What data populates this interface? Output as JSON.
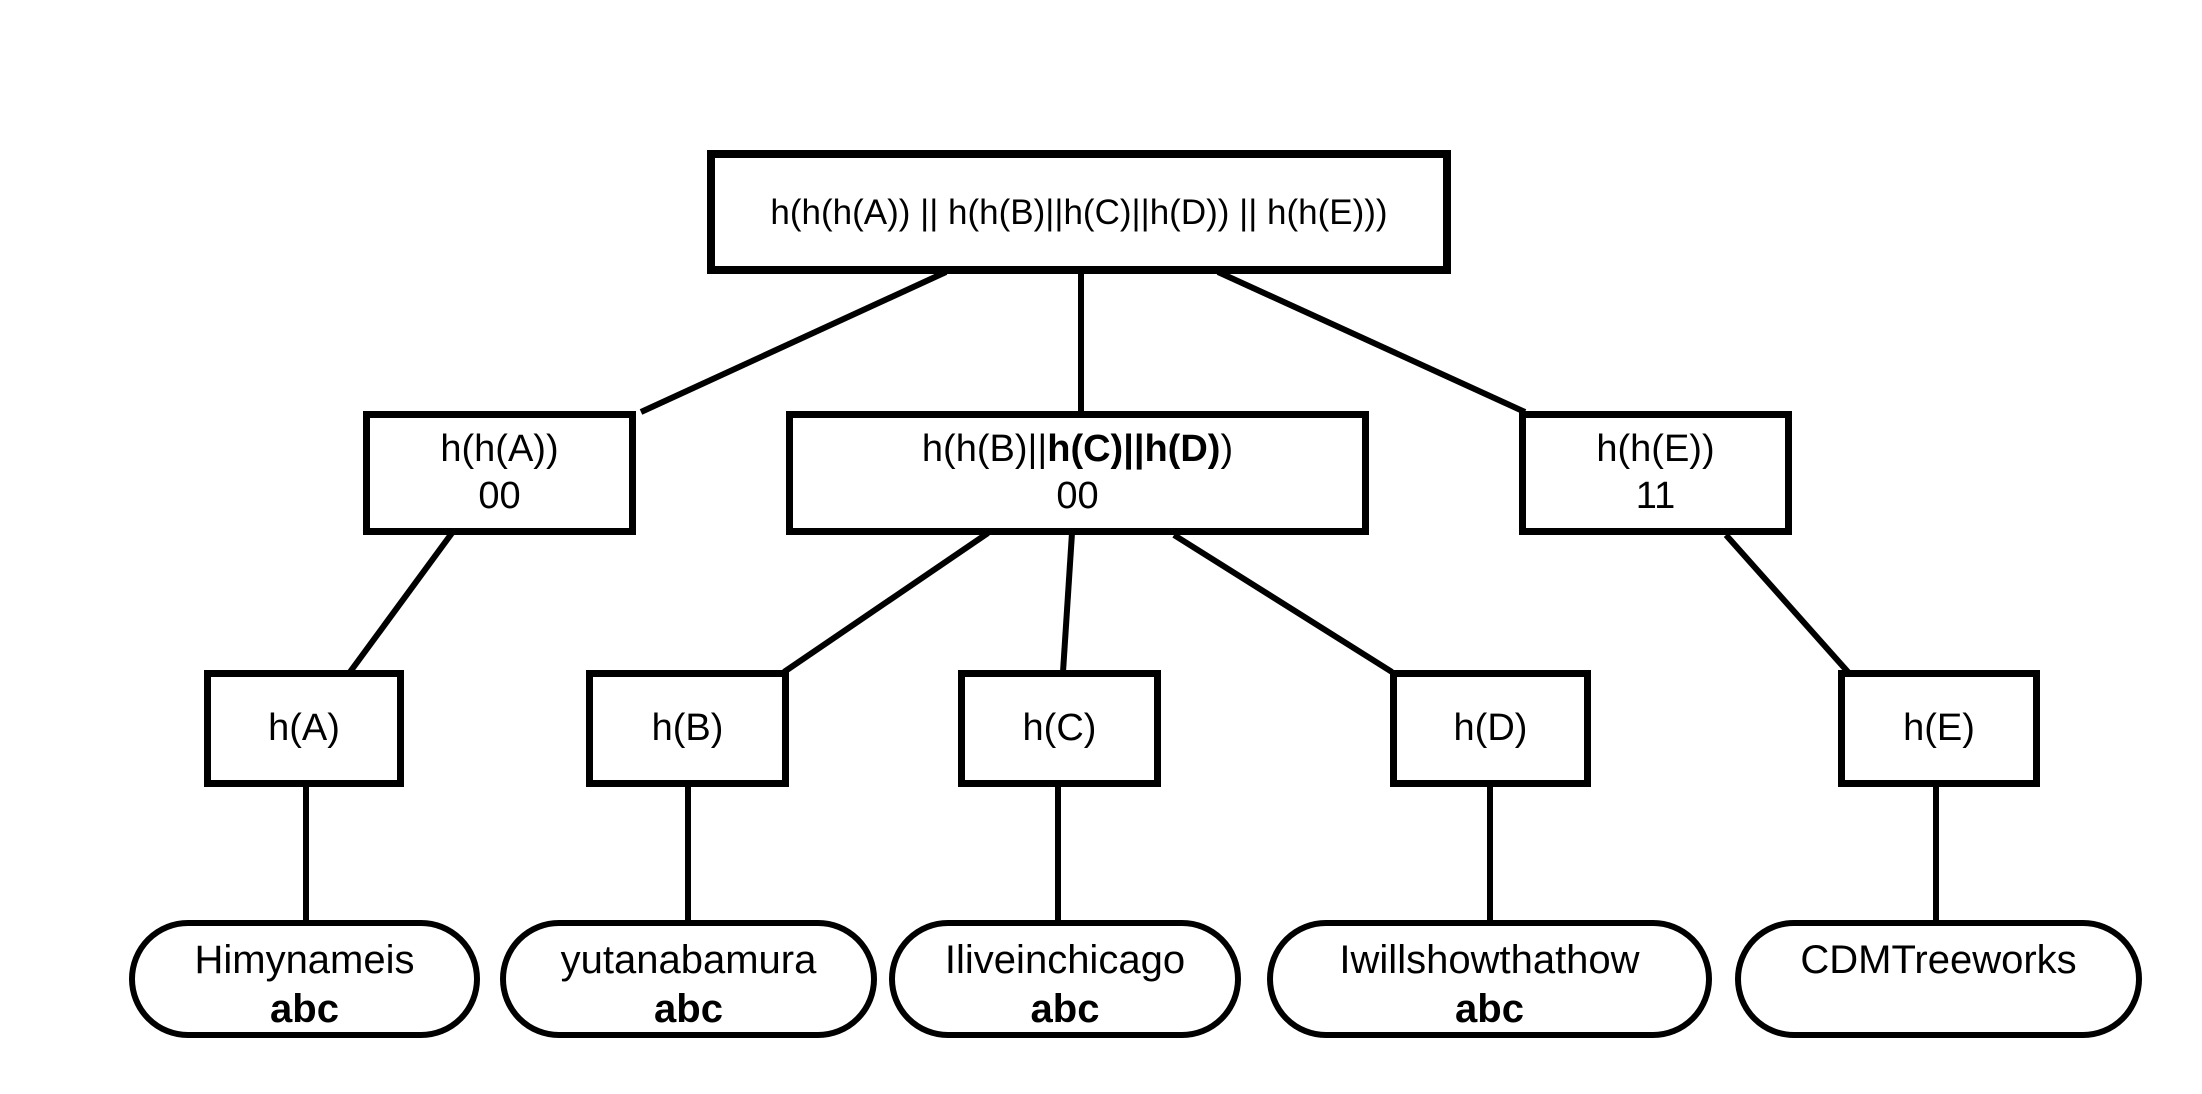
{
  "page": {
    "background_color": "#ffffff",
    "stroke_color": "#000000"
  },
  "tree": {
    "root": {
      "label": "h(h(h(A)) || h(h(B)||h(C)||h(D)) || h(h(E)))"
    },
    "level2": [
      {
        "line1": "h(h(A))",
        "line2": "00"
      },
      {
        "line1_prefix": "h(h(B)||",
        "line1_bold": "h(C)||h(D)",
        "line1_suffix": ")",
        "line2": "00"
      },
      {
        "line1": "h(h(E))",
        "line2": "11"
      }
    ],
    "level3": [
      {
        "label": "h(A)"
      },
      {
        "label": "h(B)"
      },
      {
        "label": "h(C)"
      },
      {
        "label": "h(D)"
      },
      {
        "label": "h(E)"
      }
    ],
    "leaves": [
      {
        "line1": "Himynameis",
        "line2": "abc"
      },
      {
        "line1": "yutanabamura",
        "line2": "abc"
      },
      {
        "line1": "Iliveinchicago",
        "line2": "abc"
      },
      {
        "line1": "Iwillshowthathow",
        "line2": "abc"
      },
      {
        "line1": "CDMTreeworks",
        "line2": ""
      }
    ]
  }
}
